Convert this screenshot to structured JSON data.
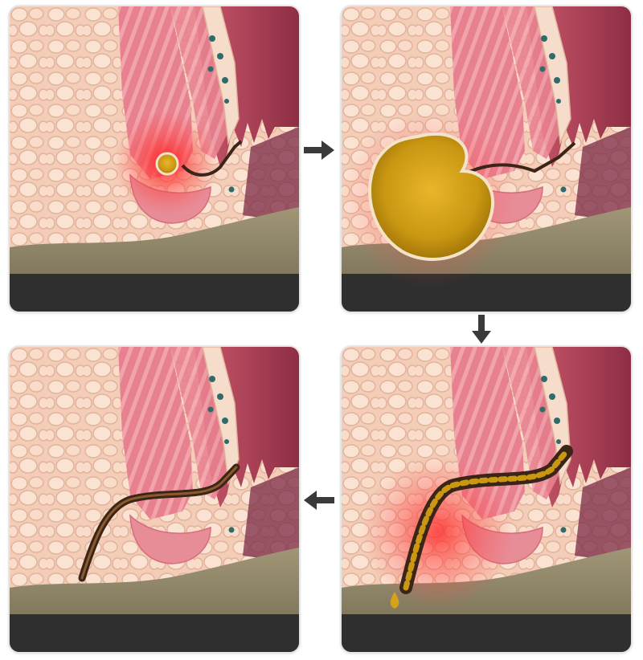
{
  "figure": {
    "stages": [
      {
        "id": "stage-1",
        "feature": "small-abscess"
      },
      {
        "id": "stage-2",
        "feature": "large-abscess"
      },
      {
        "id": "stage-3",
        "feature": "draining-fistula"
      },
      {
        "id": "stage-4",
        "feature": "healed-fistula-tract"
      }
    ],
    "flow": [
      "right-arrow",
      "down-arrow",
      "left-arrow"
    ],
    "colors": {
      "fat": "#f5d6c3",
      "fat_outline": "#e2b39b",
      "muscle": "#e8818f",
      "muscle_stripe": "#f4a9b1",
      "wall_dark": "#9c3548",
      "pus": "#c99712",
      "inflammation": "#ff2d2d",
      "ground": "#8c8266",
      "base": "#2f2f2f",
      "arrow": "#3a3a3a"
    }
  }
}
